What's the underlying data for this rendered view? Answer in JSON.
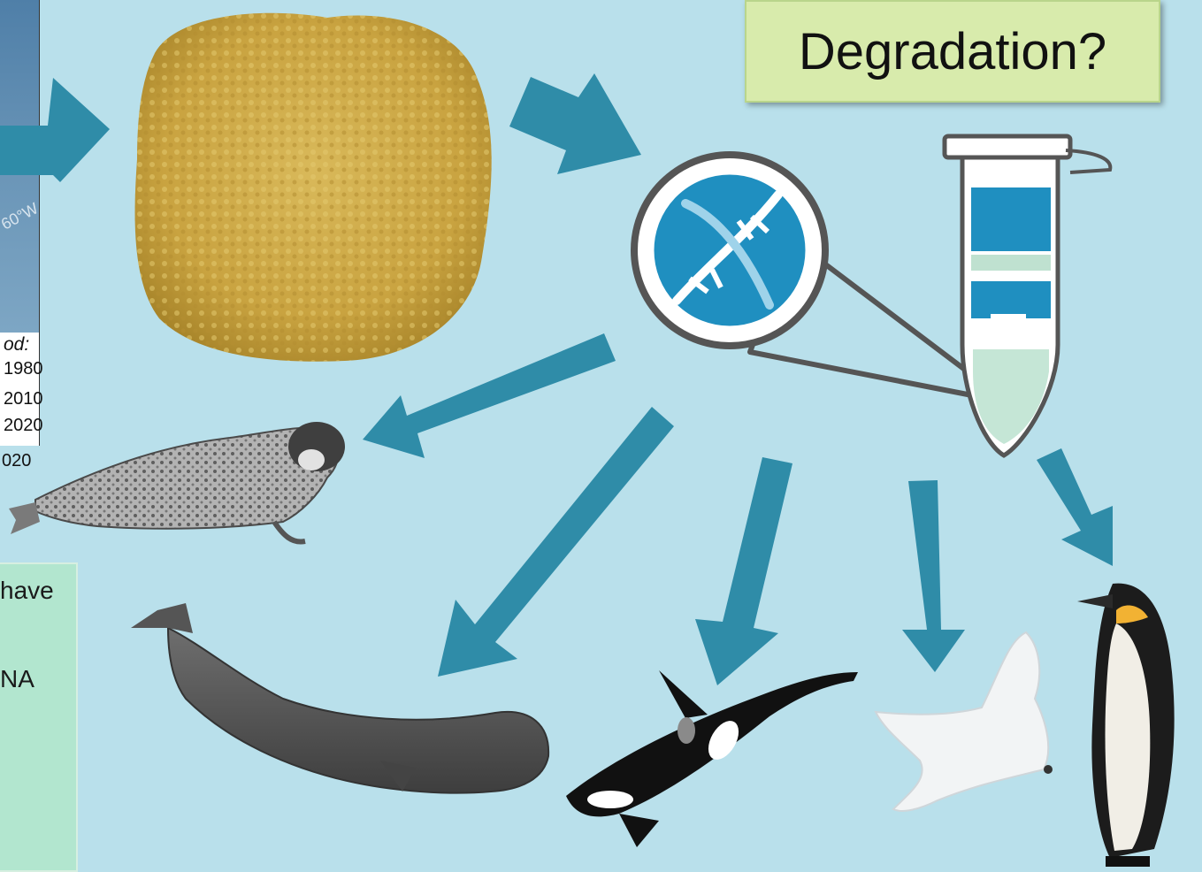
{
  "map": {
    "coordinate_label": "60°W",
    "legend_heading": "od:",
    "legend_years": [
      "1980",
      "2010",
      "2020"
    ],
    "caption": "020"
  },
  "note": {
    "lines": [
      "have",
      "NA"
    ]
  },
  "title": {
    "text": "Degradation?"
  },
  "colors": {
    "background": "#b9e0eb",
    "arrow": "#2f8ca8",
    "title_box": "#d8ebac",
    "note_box": "#b2e6cf",
    "dna_badge": "#1f8fc0"
  },
  "icons": [
    "sponge-image",
    "dna-icon",
    "microtube-icon",
    "seal-image",
    "sperm-whale-image",
    "orca-image",
    "snow-petrel-image",
    "emperor-penguin-image"
  ]
}
